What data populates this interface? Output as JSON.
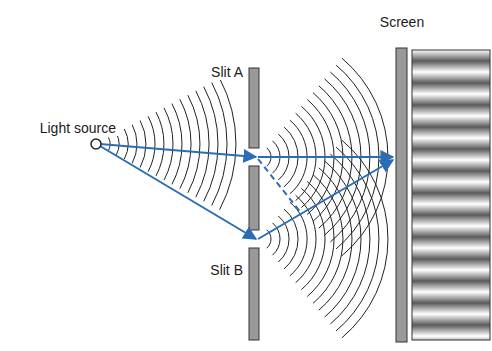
{
  "diagram": {
    "labels": [
      "Screen",
      "Slit A",
      "Light source",
      "Slit B"
    ]
  }
}
